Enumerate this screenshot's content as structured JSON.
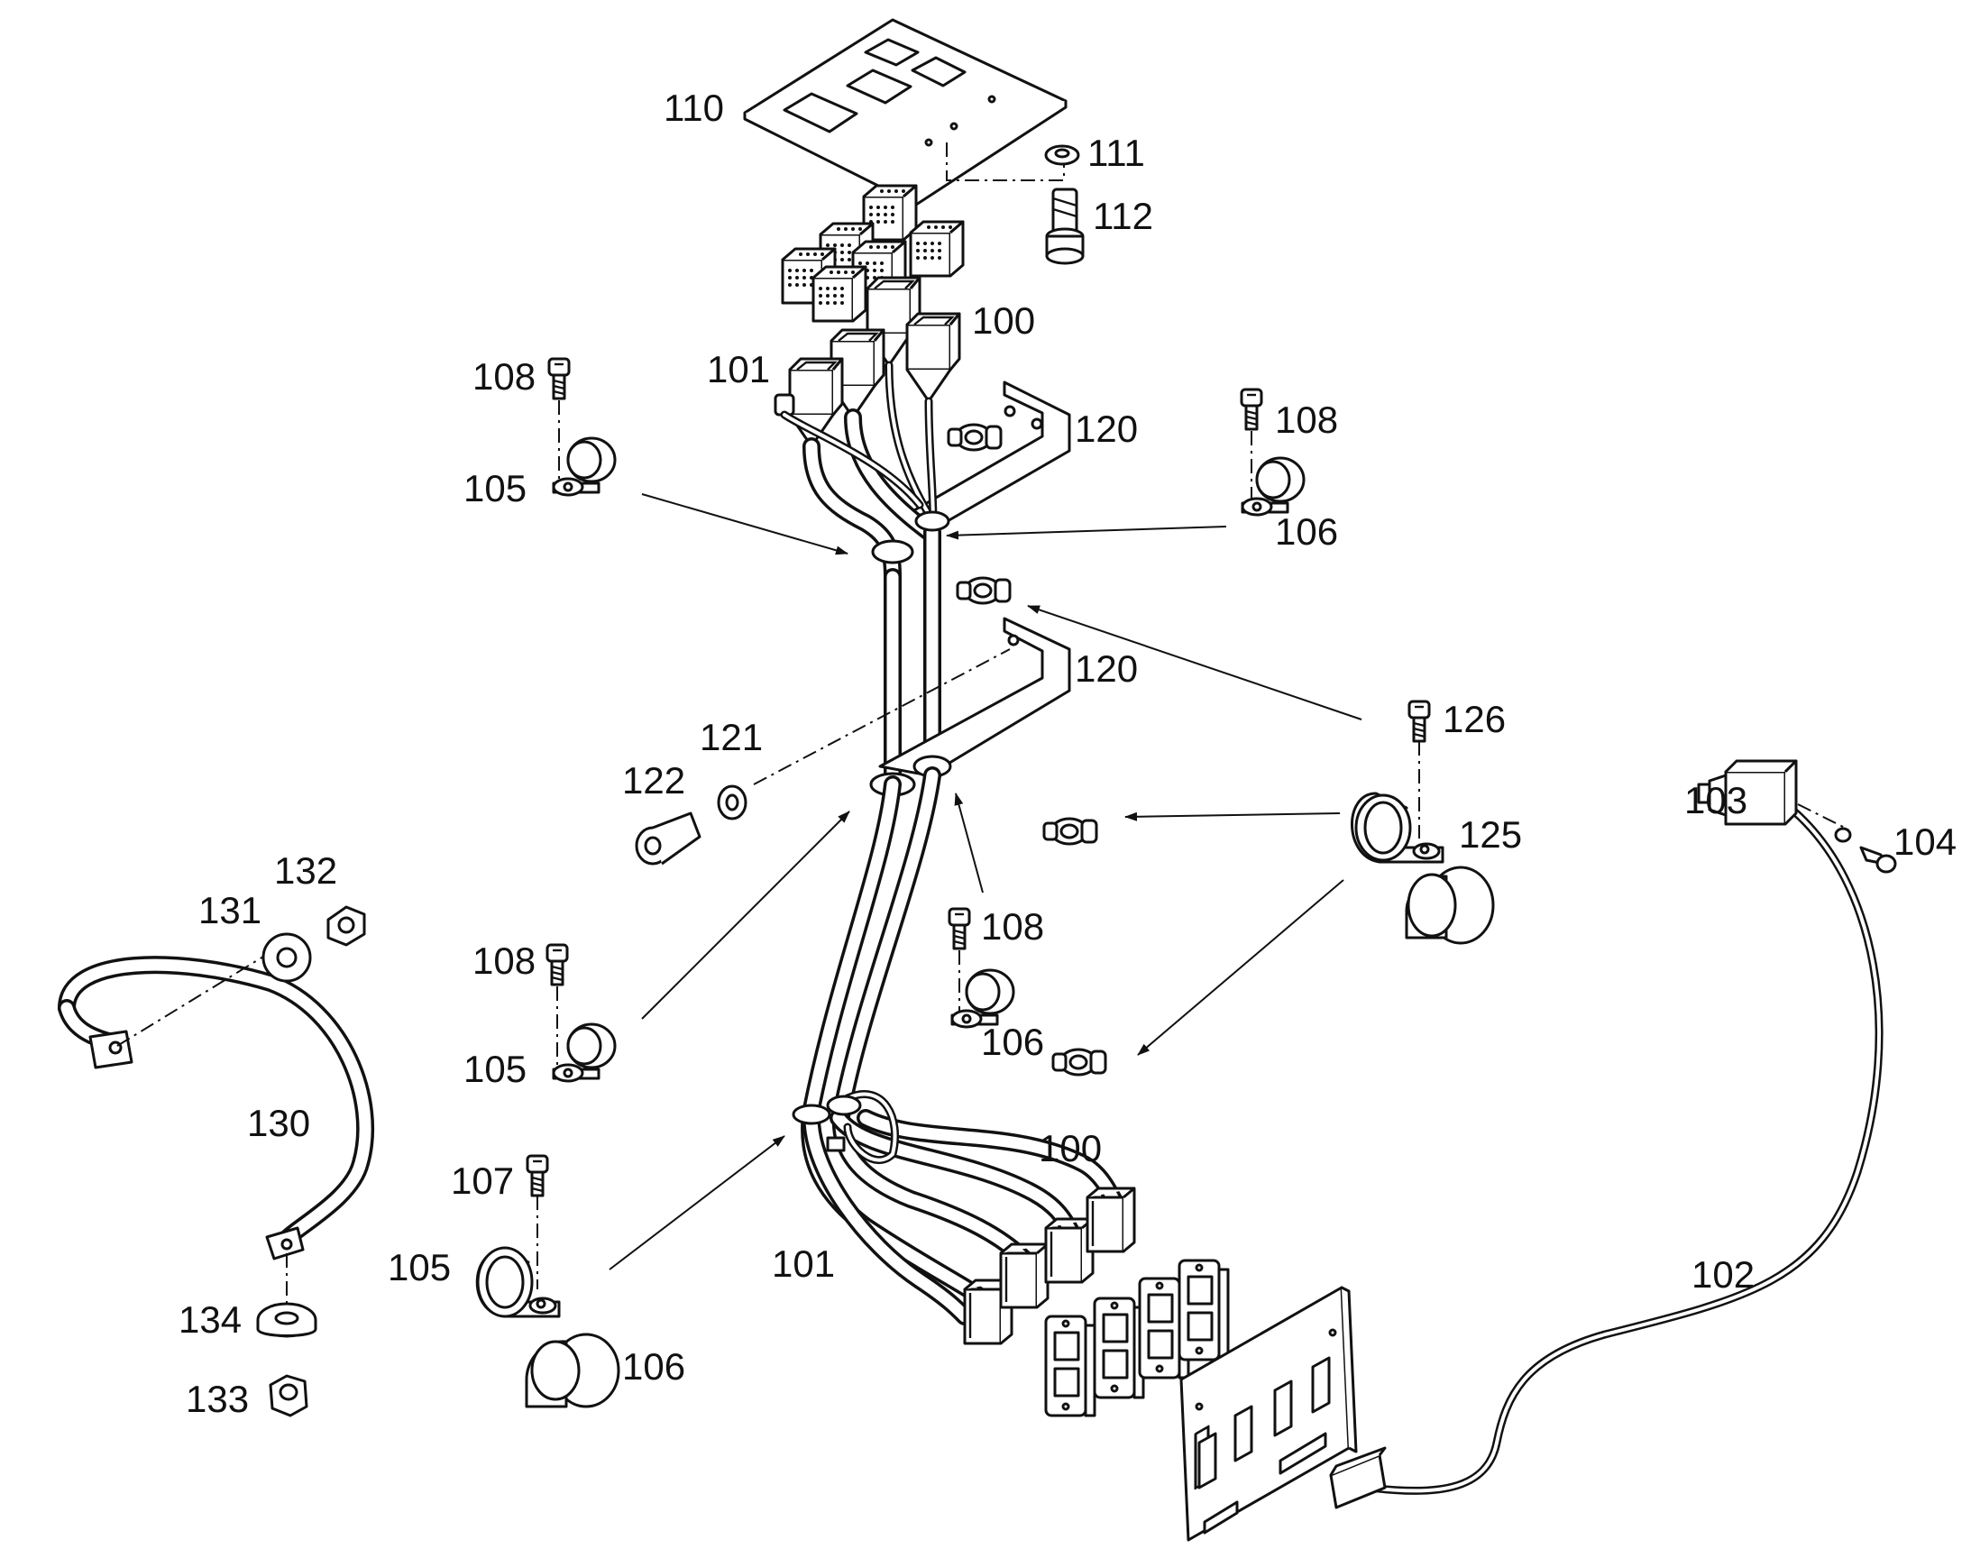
{
  "callouts": {
    "c100a": "100",
    "c100b": "100",
    "c101a": "101",
    "c101b": "101",
    "c102": "102",
    "c103": "103",
    "c104": "104",
    "c105a": "105",
    "c105b": "105",
    "c105c": "105",
    "c106a": "106",
    "c106b": "106",
    "c106c": "106",
    "c107": "107",
    "c108a": "108",
    "c108b": "108",
    "c108c": "108",
    "c108d": "108",
    "c110": "110",
    "c111": "111",
    "c112": "112",
    "c120a": "120",
    "c120b": "120",
    "c121": "121",
    "c122": "122",
    "c125": "125",
    "c126": "126",
    "c130": "130",
    "c131": "131",
    "c132": "132",
    "c133": "133",
    "c134": "134"
  }
}
